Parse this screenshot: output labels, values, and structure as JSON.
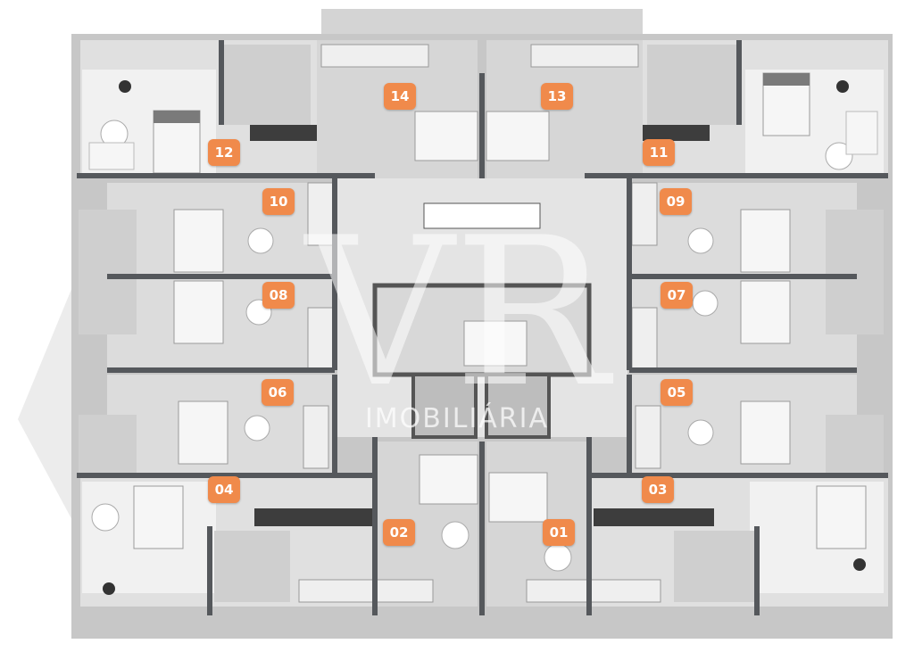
{
  "colors": {
    "badge": "#f08a4b",
    "wall": "#55585c",
    "floor": "#d9d9d9",
    "terrace": "#c9c9c9",
    "shaft": "#8a8a8a",
    "wood": "#b9703a"
  },
  "units": [
    {
      "id": "01",
      "label": "01"
    },
    {
      "id": "02",
      "label": "02"
    },
    {
      "id": "03",
      "label": "03"
    },
    {
      "id": "04",
      "label": "04"
    },
    {
      "id": "05",
      "label": "05"
    },
    {
      "id": "06",
      "label": "06"
    },
    {
      "id": "07",
      "label": "07"
    },
    {
      "id": "08",
      "label": "08"
    },
    {
      "id": "09",
      "label": "09"
    },
    {
      "id": "10",
      "label": "10"
    },
    {
      "id": "11",
      "label": "11"
    },
    {
      "id": "12",
      "label": "12"
    },
    {
      "id": "13",
      "label": "13"
    },
    {
      "id": "14",
      "label": "14"
    }
  ],
  "watermark": {
    "monogram": "VR",
    "text": "IMOBILIÁRIA"
  }
}
